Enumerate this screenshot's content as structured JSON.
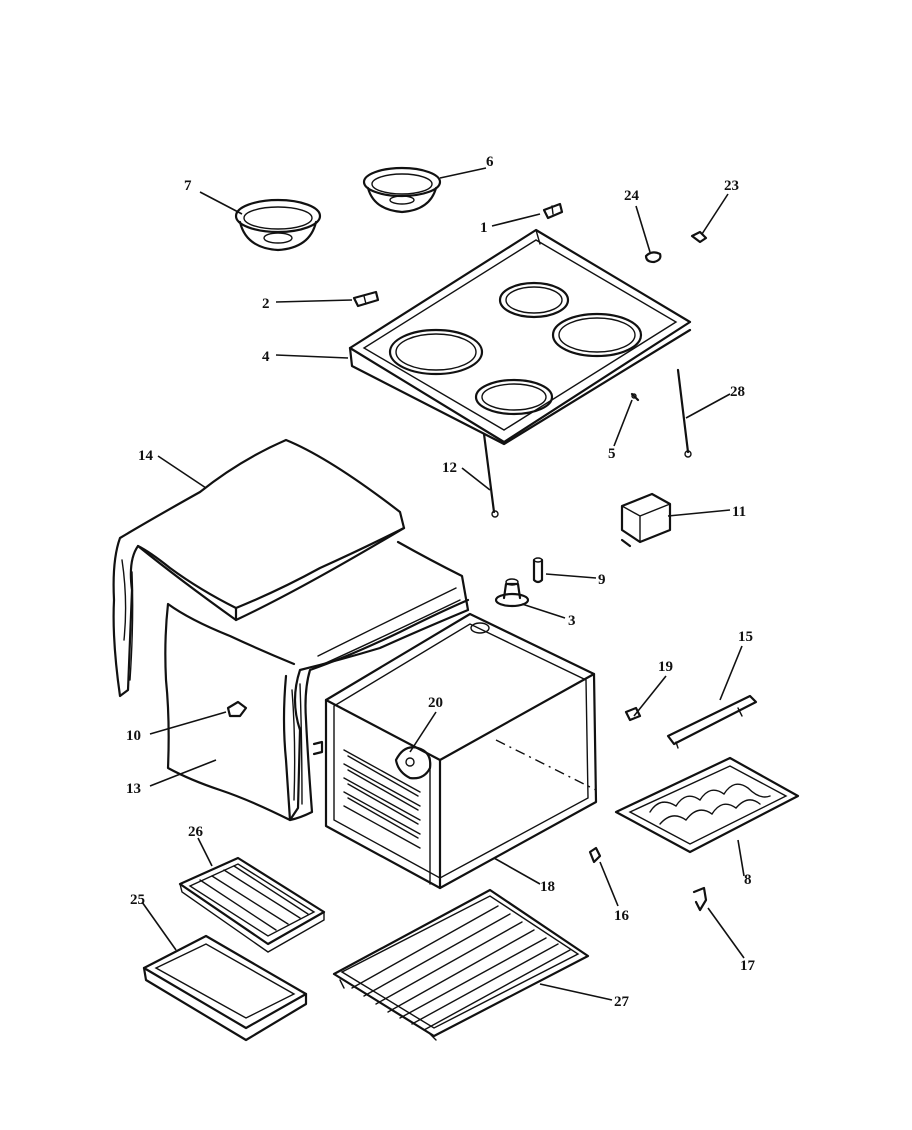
{
  "diagram": {
    "type": "exploded-parts-diagram",
    "callouts": {
      "p1": "1",
      "p2": "2",
      "p3": "3",
      "p4": "4",
      "p5": "5",
      "p6": "6",
      "p7": "7",
      "p8": "8",
      "p9": "9",
      "p10": "10",
      "p11": "11",
      "p12": "12",
      "p13": "13",
      "p14": "14",
      "p15": "15",
      "p16": "16",
      "p17": "17",
      "p18": "18",
      "p19": "19",
      "p20": "20",
      "p23": "23",
      "p24": "24",
      "p25": "25",
      "p26": "26",
      "p27": "27",
      "p28": "28"
    }
  }
}
